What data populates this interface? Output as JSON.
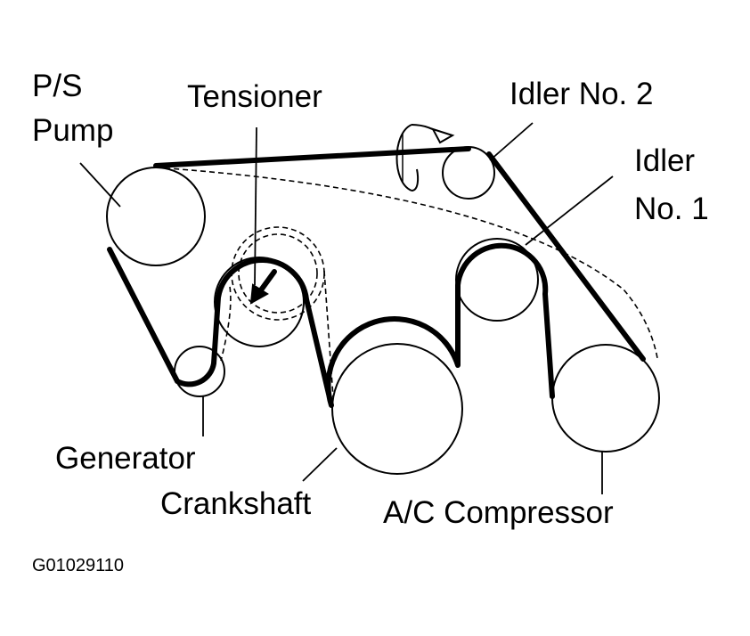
{
  "labels": {
    "ps_pump_line1": "P/S",
    "ps_pump_line2": "Pump",
    "tensioner": "Tensioner",
    "idler2": "Idler No. 2",
    "idler1_line1": "Idler",
    "idler1_line2": "No. 1",
    "generator": "Generator",
    "crankshaft": "Crankshaft",
    "ac_compressor": "A/C Compressor",
    "figure_code": "G01029110"
  },
  "components": [
    {
      "id": "ps-pump",
      "icon": "pulley-icon"
    },
    {
      "id": "idler-no-2",
      "icon": "pulley-icon"
    },
    {
      "id": "idler-no-1",
      "icon": "pulley-icon"
    },
    {
      "id": "tensioner",
      "icon": "pulley-icon"
    },
    {
      "id": "generator",
      "icon": "pulley-icon"
    },
    {
      "id": "crankshaft",
      "icon": "pulley-icon"
    },
    {
      "id": "ac-compressor",
      "icon": "pulley-icon"
    }
  ],
  "colors": {
    "line": "#000000",
    "background": "#ffffff"
  }
}
